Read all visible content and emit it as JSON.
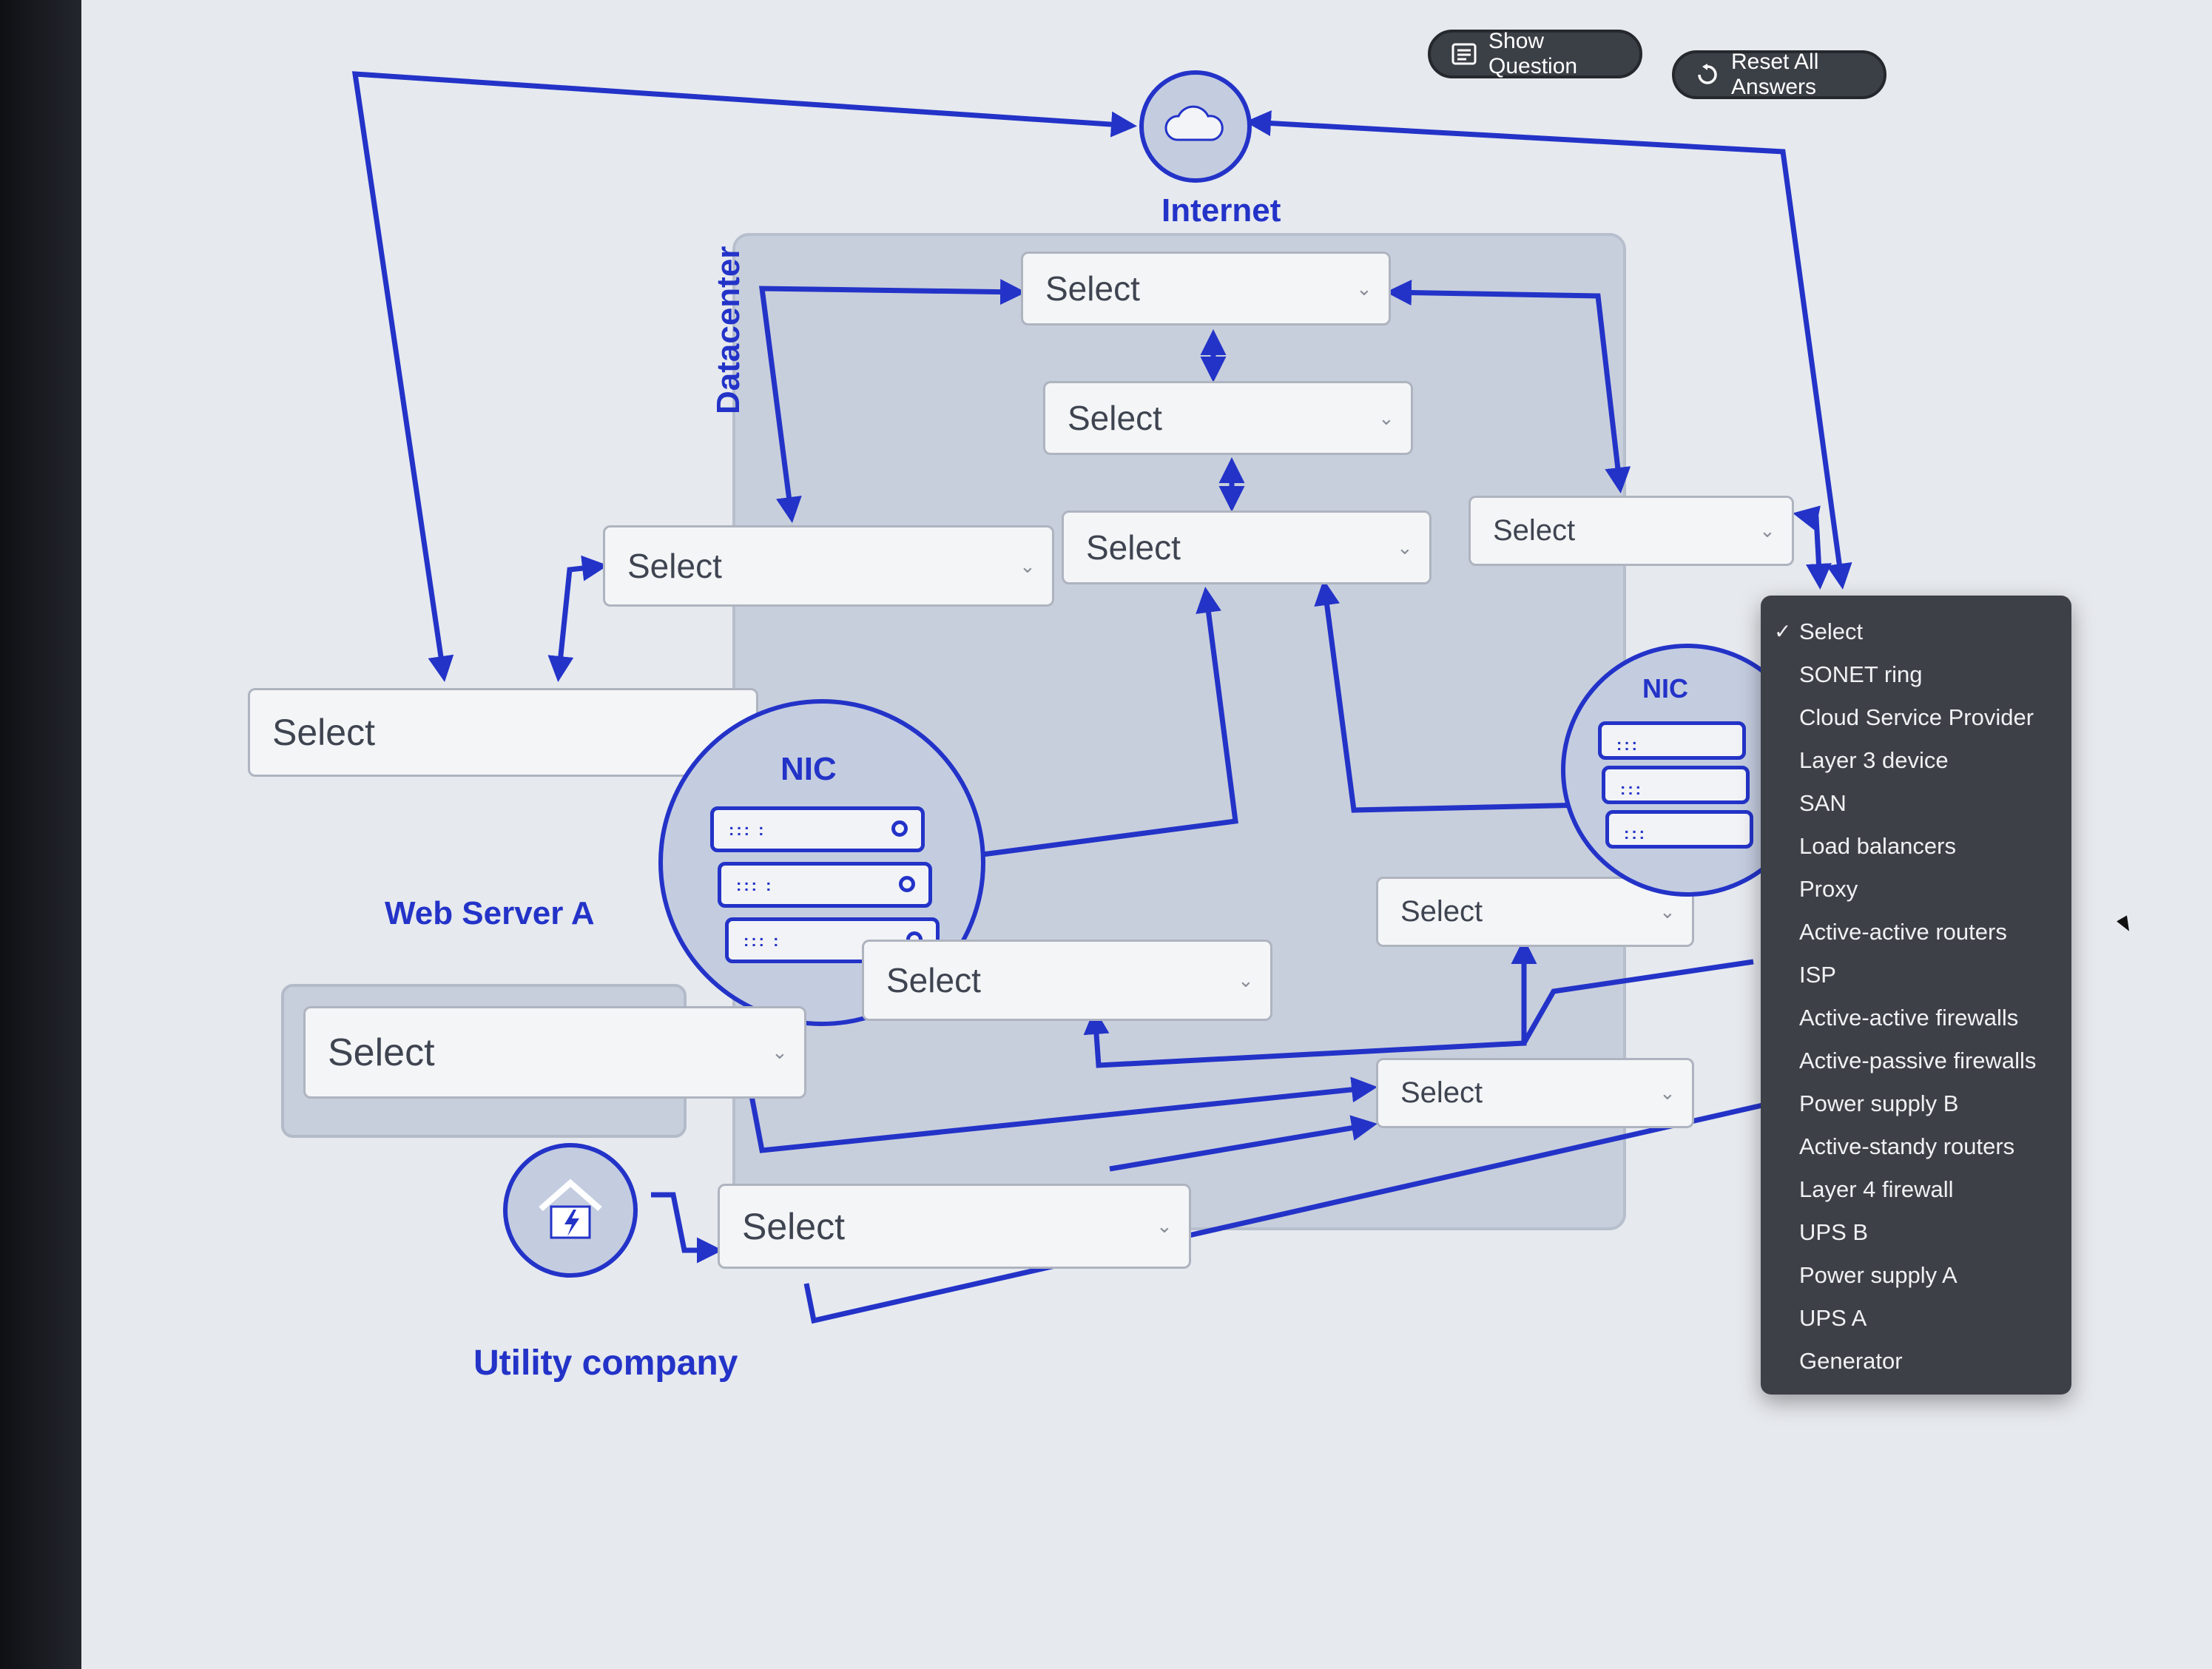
{
  "toolbar": {
    "show_question": "Show Question",
    "reset_all": "Reset All Answers"
  },
  "nodes": {
    "internet": "Internet",
    "datacenter": "Datacenter",
    "web_server_a": "Web Server A",
    "nic_left": "NIC",
    "nic_right": "NIC",
    "utility_company": "Utility company"
  },
  "selects": {
    "dc_top": "Select",
    "dc_middle": "Select",
    "dc_row3_left": "Select",
    "dc_row3_center": "Select",
    "dc_row3_right": "Select",
    "ws_top": "Select",
    "ws_bottom": "Select",
    "ws_power": "Select",
    "dc_lower_right": "Select",
    "dc_power_right": "Select",
    "utility_feed": "Select"
  },
  "dropdown": {
    "selected": "Select",
    "options": [
      "Select",
      "SONET ring",
      "Cloud Service Provider",
      "Layer 3 device",
      "SAN",
      "Load balancers",
      "Proxy",
      "Active-active routers",
      "ISP",
      "Active-active firewalls",
      "Active-passive firewalls",
      "Power supply B",
      "Active-standy routers",
      "Layer 4 firewall",
      "UPS B",
      "Power supply A",
      "UPS A",
      "Generator"
    ]
  },
  "colors": {
    "accent": "#2333c8",
    "canvas": "#e6e9ee",
    "panel": "#c8cfdc",
    "dropdown_bg": "#3d4047"
  },
  "icons": {
    "internet": "cloud-icon",
    "utility": "house-lightning-icon",
    "server": "server-rack-icon"
  }
}
